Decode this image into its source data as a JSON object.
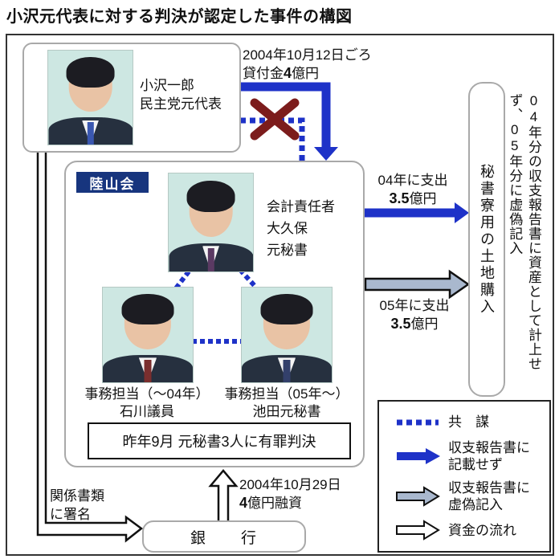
{
  "title": "小沢元代表に対する判決が認定した事件の構図",
  "colors": {
    "accent_blue": "#1e32c8",
    "x_mark_red": "#7c1c1c",
    "gray_arrow_fill": "#a9b8ce",
    "rikuzankai_label_bg": "#17357e"
  },
  "ozawa_box": {
    "name": "小沢一郎",
    "role": "民主党元代表"
  },
  "loan_to_rikuzankai": {
    "date": "2004年10月12日ごろ",
    "label_prefix": "貸付金",
    "amount": "4",
    "label_suffix": "億円"
  },
  "rikuzankai": {
    "label": "陸山会",
    "accountant": {
      "title": "会計責任者",
      "name": "大久保",
      "role": "元秘書"
    },
    "staff_left": {
      "caption_line1": "事務担当（～04年）",
      "caption_line2": "石川議員"
    },
    "staff_right": {
      "caption_line1": "事務担当（05年～）",
      "caption_line2": "池田元秘書"
    },
    "verdict_note": "昨年9月 元秘書3人に有罪判決"
  },
  "spend_2004": {
    "line1": "04年に支出",
    "amount": "3.5",
    "suffix": "億円"
  },
  "spend_2005": {
    "line1": "05年に支出",
    "amount": "3.5",
    "suffix": "億円"
  },
  "land_box": {
    "label": "秘書寮用の土地購入"
  },
  "side_note": "04年分の収支報告書に資産として計上せず、05年分に虚偽記入",
  "documents_note": {
    "line1": "関係書類",
    "line2": "に署名"
  },
  "bank": {
    "label": "銀　　行"
  },
  "bank_loan": {
    "date": "2004年10月29日",
    "amount": "4",
    "suffix": "億円融資"
  },
  "legend": {
    "items": [
      {
        "label_line1": "共　謀",
        "label_line2": ""
      },
      {
        "label_line1": "収支報告書に",
        "label_line2": "記載せず"
      },
      {
        "label_line1": "収支報告書に",
        "label_line2": "虚偽記入"
      },
      {
        "label_line1": "資金の流れ",
        "label_line2": ""
      }
    ]
  }
}
